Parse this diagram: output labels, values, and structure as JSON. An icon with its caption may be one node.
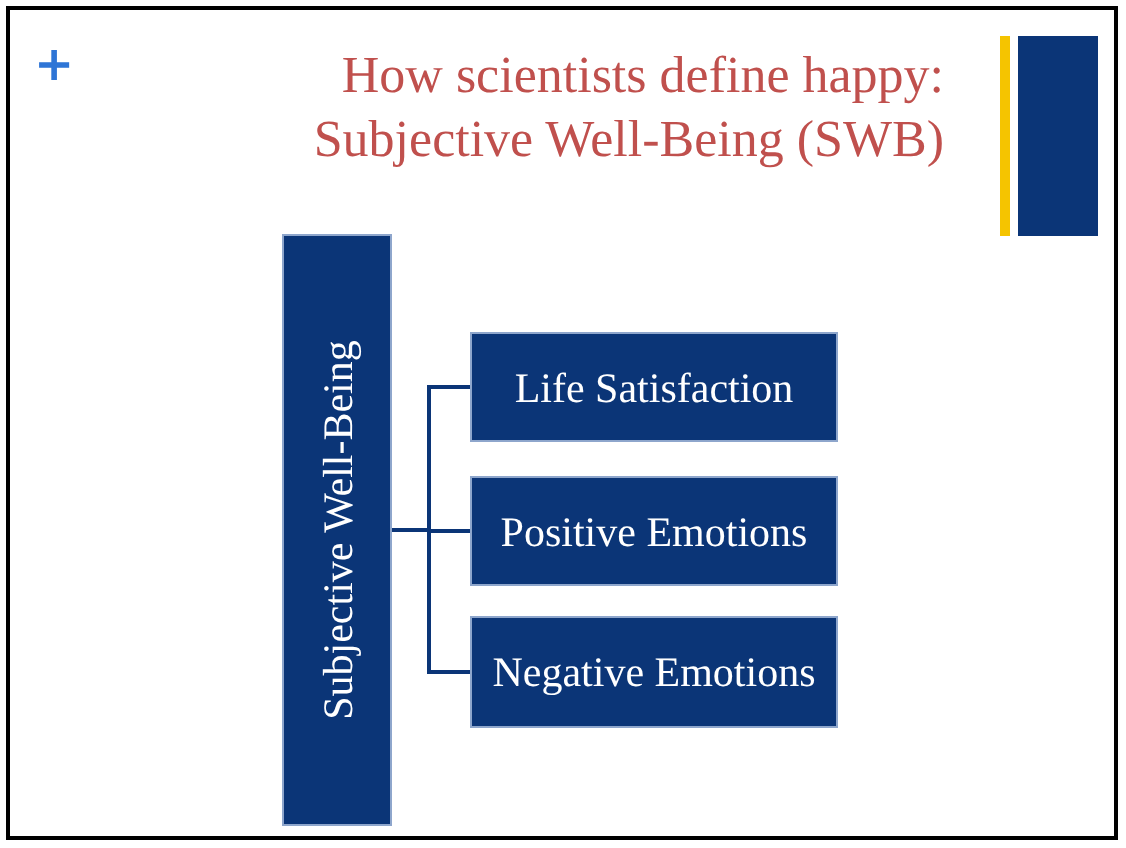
{
  "diagram": {
    "title": "How scientists define happy: Subjective Well-Being (SWB)",
    "nodes": [
      {
        "text": [
          "Subjective Well-Being"
        ]
      },
      {
        "text": [
          "Life Satisfaction"
        ]
      },
      {
        "text": [
          "Positive Emotions"
        ]
      },
      {
        "text": [
          "Negative Emotions"
        ]
      }
    ],
    "edges": [
      {
        "from": 0,
        "to": 1,
        "arrow": "none"
      },
      {
        "from": 0,
        "to": 2,
        "arrow": "none"
      },
      {
        "from": 0,
        "to": 3,
        "arrow": "none"
      }
    ],
    "labels": [
      "+"
    ]
  }
}
